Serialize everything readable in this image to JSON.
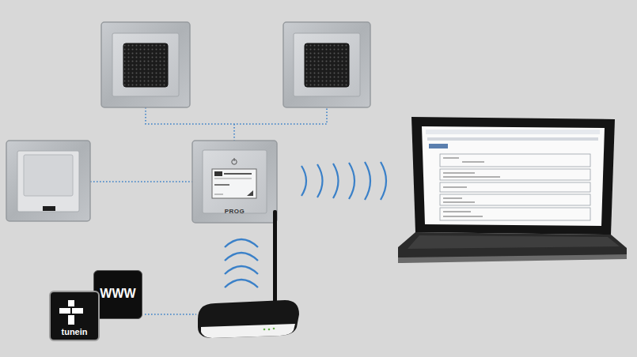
{
  "diagram": {
    "nodes": [
      {
        "text": [
          "PROG"
        ]
      },
      {
        "text": [
          "WWW"
        ]
      },
      {
        "text": [
          "tunein"
        ]
      }
    ]
  }
}
